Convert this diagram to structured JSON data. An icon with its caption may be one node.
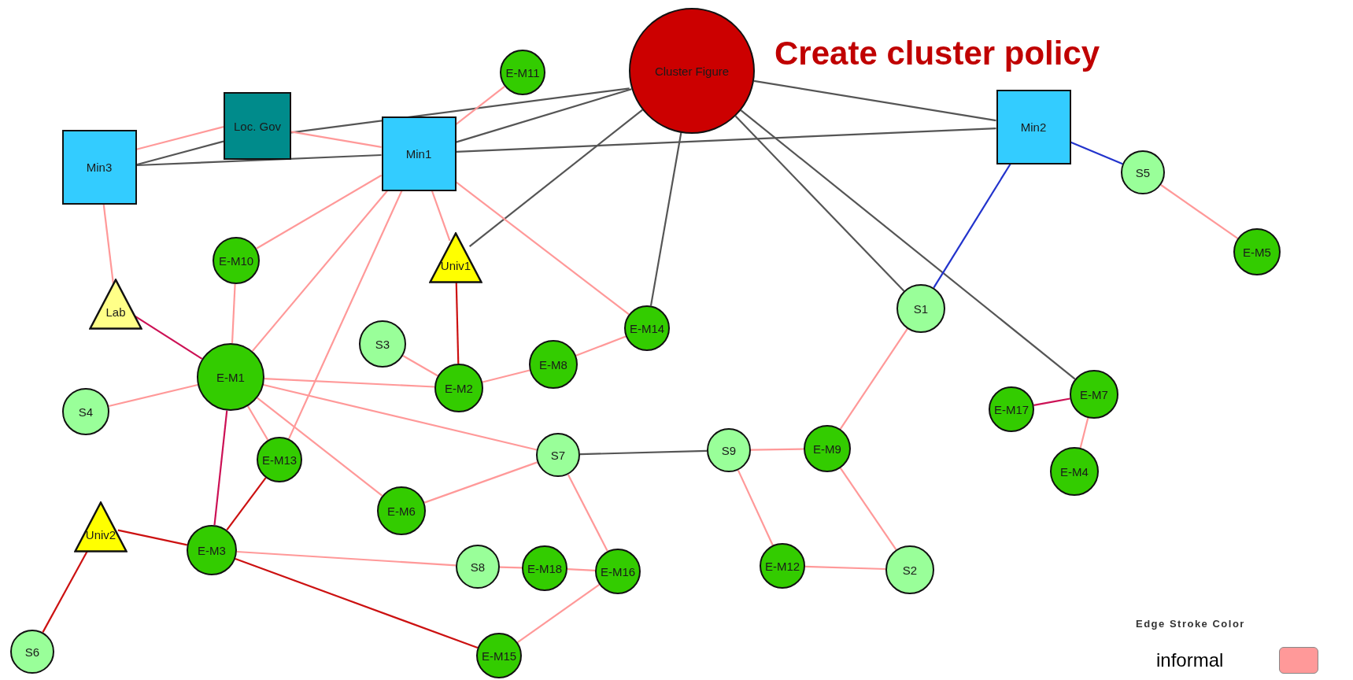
{
  "diagram": {
    "title": "Create cluster policy",
    "nodes": [
      {
        "text": [
          "Cluster Figure"
        ]
      },
      {
        "text": [
          "E-M11"
        ]
      },
      {
        "text": [
          "Loc. Gov"
        ]
      },
      {
        "text": [
          "Min2"
        ]
      },
      {
        "text": [
          "Min3"
        ]
      },
      {
        "text": [
          "Min1"
        ]
      },
      {
        "text": [
          "S5"
        ]
      },
      {
        "text": [
          "Univ1"
        ]
      },
      {
        "text": [
          "E-M5"
        ]
      },
      {
        "text": [
          "E-M10"
        ]
      },
      {
        "text": [
          "Lab"
        ]
      },
      {
        "text": [
          "S1"
        ]
      },
      {
        "text": [
          "E-M14"
        ]
      },
      {
        "text": [
          "S3"
        ]
      },
      {
        "text": [
          "E-M1"
        ]
      },
      {
        "text": [
          "E-M8"
        ]
      },
      {
        "text": [
          "E-M2"
        ]
      },
      {
        "text": [
          "E-M7"
        ]
      },
      {
        "text": [
          "S4"
        ]
      },
      {
        "text": [
          "E-M17"
        ]
      },
      {
        "text": [
          "S9"
        ]
      },
      {
        "text": [
          "E-M9"
        ]
      },
      {
        "text": [
          "S7"
        ]
      },
      {
        "text": [
          "E-M13"
        ]
      },
      {
        "text": [
          "E-M4"
        ]
      },
      {
        "text": [
          "E-M6"
        ]
      },
      {
        "text": [
          "Univ2"
        ]
      },
      {
        "text": [
          "E-M3"
        ]
      },
      {
        "text": [
          "S8"
        ]
      },
      {
        "text": [
          "E-M18"
        ]
      },
      {
        "text": [
          "E-M16"
        ]
      },
      {
        "text": [
          "E-M12"
        ]
      },
      {
        "text": [
          "S2"
        ]
      },
      {
        "text": [
          "S6"
        ]
      },
      {
        "text": [
          "E-M15"
        ]
      }
    ],
    "edges": [
      {
        "from": 4,
        "to": 2,
        "arrow": "none",
        "color": "#555555"
      },
      {
        "from": 2,
        "to": 0,
        "arrow": "none",
        "color": "#555555"
      },
      {
        "from": 4,
        "to": 5,
        "arrow": "none",
        "color": "#555555"
      },
      {
        "from": 5,
        "to": 3,
        "arrow": "none",
        "color": "#555555"
      },
      {
        "from": 5,
        "to": 0,
        "arrow": "none",
        "color": "#555555"
      },
      {
        "from": 0,
        "to": 7,
        "arrow": "none",
        "color": "#555555"
      },
      {
        "from": 0,
        "to": 12,
        "arrow": "none",
        "color": "#555555"
      },
      {
        "from": 0,
        "to": 3,
        "arrow": "none",
        "color": "#555555"
      },
      {
        "from": 0,
        "to": 11,
        "arrow": "none",
        "color": "#555555"
      },
      {
        "from": 0,
        "to": 17,
        "arrow": "none",
        "color": "#555555"
      },
      {
        "from": 3,
        "to": 6,
        "arrow": "none",
        "color": "#2233cc"
      },
      {
        "from": 3,
        "to": 11,
        "arrow": "none",
        "color": "#2233cc"
      },
      {
        "from": 4,
        "to": 2,
        "arrow": "none"
      },
      {
        "from": 2,
        "to": 5,
        "arrow": "none"
      },
      {
        "from": 6,
        "to": 8,
        "arrow": "none"
      },
      {
        "from": 1,
        "to": 5,
        "arrow": "none"
      },
      {
        "from": 5,
        "to": 9,
        "arrow": "none"
      },
      {
        "from": 5,
        "to": 14,
        "arrow": "none"
      },
      {
        "from": 5,
        "to": 23,
        "arrow": "none"
      },
      {
        "from": 5,
        "to": 7,
        "arrow": "none"
      },
      {
        "from": 5,
        "to": 12,
        "arrow": "none"
      },
      {
        "from": 4,
        "to": 10,
        "arrow": "none"
      },
      {
        "from": 10,
        "to": 14,
        "arrow": "none",
        "color": "#cc1155"
      },
      {
        "from": 14,
        "to": 27,
        "arrow": "none",
        "color": "#cc1155"
      },
      {
        "from": 19,
        "to": 17,
        "arrow": "none",
        "color": "#cc1155"
      },
      {
        "from": 7,
        "to": 16,
        "arrow": "none",
        "color": "#cc1111"
      },
      {
        "from": 23,
        "to": 27,
        "arrow": "none",
        "color": "#cc1111"
      },
      {
        "from": 26,
        "to": 27,
        "arrow": "none",
        "color": "#cc1111"
      },
      {
        "from": 26,
        "to": 33,
        "arrow": "none",
        "color": "#cc1111"
      },
      {
        "from": 27,
        "to": 34,
        "arrow": "none",
        "color": "#cc1111"
      },
      {
        "from": 9,
        "to": 14,
        "arrow": "none"
      },
      {
        "from": 13,
        "to": 16,
        "arrow": "none"
      },
      {
        "from": 16,
        "to": 15,
        "arrow": "none"
      },
      {
        "from": 15,
        "to": 12,
        "arrow": "none"
      },
      {
        "from": 14,
        "to": 18,
        "arrow": "none"
      },
      {
        "from": 14,
        "to": 16,
        "arrow": "none"
      },
      {
        "from": 14,
        "to": 22,
        "arrow": "none"
      },
      {
        "from": 14,
        "to": 23,
        "arrow": "none"
      },
      {
        "from": 14,
        "to": 25,
        "arrow": "none"
      },
      {
        "from": 25,
        "to": 22,
        "arrow": "none"
      },
      {
        "from": 22,
        "to": 30,
        "arrow": "none"
      },
      {
        "from": 27,
        "to": 28,
        "arrow": "none"
      },
      {
        "from": 28,
        "to": 29,
        "arrow": "none"
      },
      {
        "from": 29,
        "to": 30,
        "arrow": "none"
      },
      {
        "from": 30,
        "to": 34,
        "arrow": "none"
      },
      {
        "from": 20,
        "to": 21,
        "arrow": "none"
      },
      {
        "from": 20,
        "to": 31,
        "arrow": "none"
      },
      {
        "from": 31,
        "to": 32,
        "arrow": "none"
      },
      {
        "from": 21,
        "to": 32,
        "arrow": "none"
      },
      {
        "from": 21,
        "to": 11,
        "arrow": "none"
      },
      {
        "from": 17,
        "to": 24,
        "arrow": "none"
      },
      {
        "from": 22,
        "to": 20,
        "arrow": "none",
        "color": "#555555"
      }
    ],
    "labels": [
      "Edge Stroke Color"
    ],
    "legend": [
      {
        "text": "informal",
        "color": "#ff9999"
      }
    ]
  }
}
